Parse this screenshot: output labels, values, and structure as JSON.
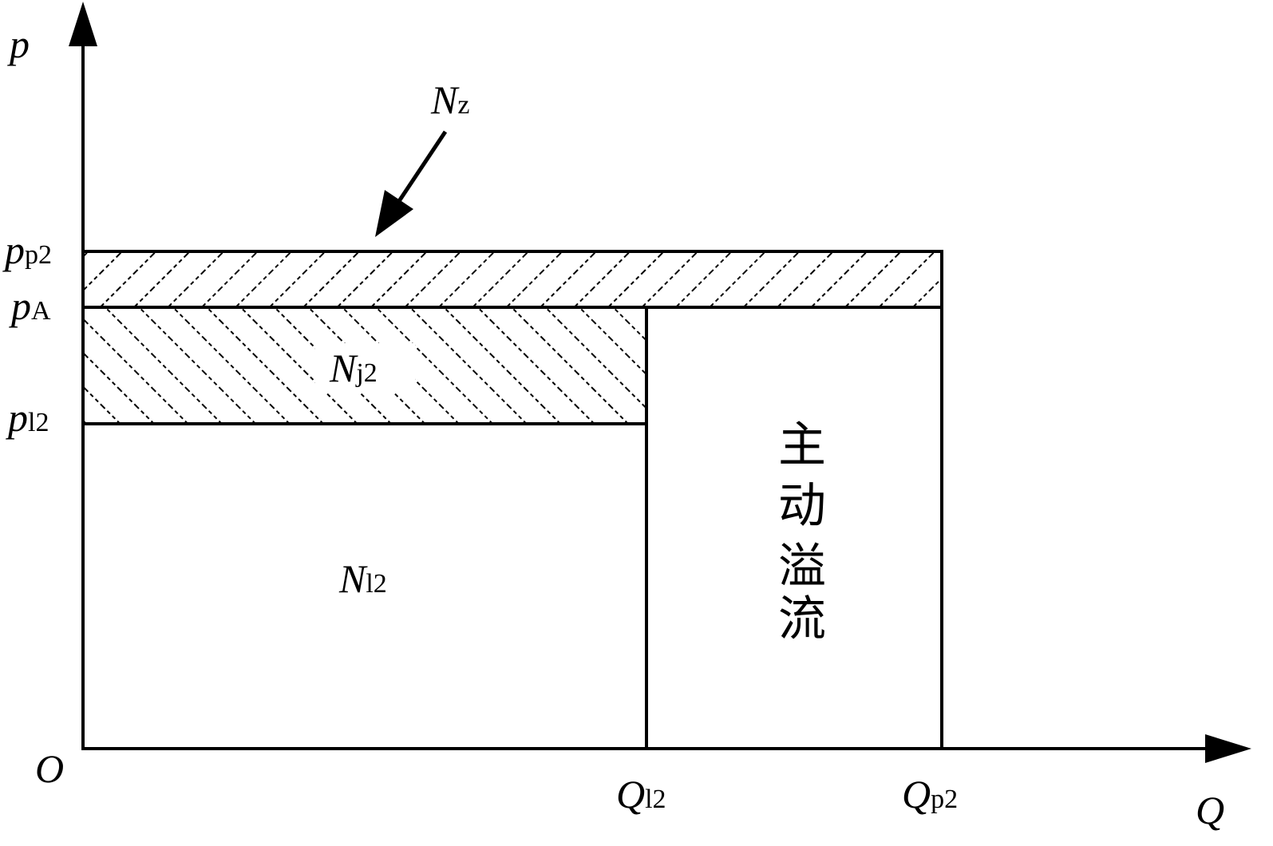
{
  "axes": {
    "y_label": "p",
    "x_label": "Q",
    "origin_label": "O"
  },
  "y_ticks": {
    "pp2": {
      "main": "p",
      "sub": "p2"
    },
    "pA": {
      "main": "p",
      "sub": "A"
    },
    "pl2": {
      "main": "p",
      "sub": "l2"
    }
  },
  "x_ticks": {
    "Ql2": {
      "main": "Q",
      "sub": "l2"
    },
    "Qp2": {
      "main": "Q",
      "sub": "p2"
    }
  },
  "regions": {
    "Nz": {
      "main": "N",
      "sub": "z"
    },
    "Nj2": {
      "main": "N",
      "sub": "j2"
    },
    "Nl2": {
      "main": "N",
      "sub": "l2"
    },
    "overflow": [
      "主",
      "动",
      "溢",
      "流"
    ]
  },
  "colors": {
    "stroke": "#000000",
    "background": "#ffffff"
  }
}
